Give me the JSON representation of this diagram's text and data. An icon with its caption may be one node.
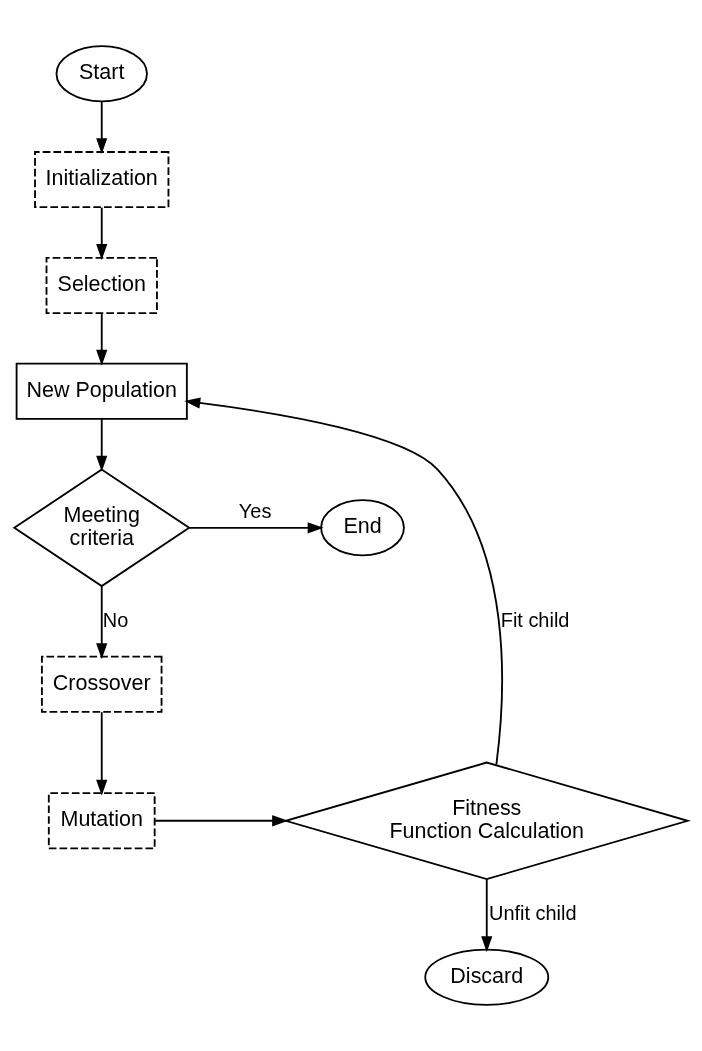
{
  "diagram": {
    "nodes": [
      {
        "text": [
          "Start"
        ]
      },
      {
        "text": [
          "Initialization"
        ]
      },
      {
        "text": [
          "Selection"
        ]
      },
      {
        "text": [
          "New Population"
        ]
      },
      {
        "text": [
          "Meeting criteria"
        ]
      },
      {
        "text": [
          "End"
        ]
      },
      {
        "text": [
          "Crossover"
        ]
      },
      {
        "text": [
          "Mutation"
        ]
      },
      {
        "text": [
          "Fitness Function Calculation"
        ]
      },
      {
        "text": [
          "Discard"
        ]
      }
    ],
    "edges": [
      {
        "from": 0,
        "to": 1,
        "arrow": "to"
      },
      {
        "from": 1,
        "to": 2,
        "arrow": "to"
      },
      {
        "from": 2,
        "to": 3,
        "arrow": "to"
      },
      {
        "from": 3,
        "to": 4,
        "arrow": "to"
      },
      {
        "from": 4,
        "to": 5,
        "arrow": "to",
        "label": "Yes"
      },
      {
        "from": 4,
        "to": 6,
        "arrow": "to",
        "label": "No"
      },
      {
        "from": 6,
        "to": 7,
        "arrow": "to"
      },
      {
        "from": 7,
        "to": 8,
        "arrow": "to"
      },
      {
        "from": 8,
        "to": 3,
        "arrow": "to",
        "label": "Fit child"
      },
      {
        "from": 8,
        "to": 9,
        "arrow": "to",
        "label": "Unfit child"
      }
    ]
  }
}
